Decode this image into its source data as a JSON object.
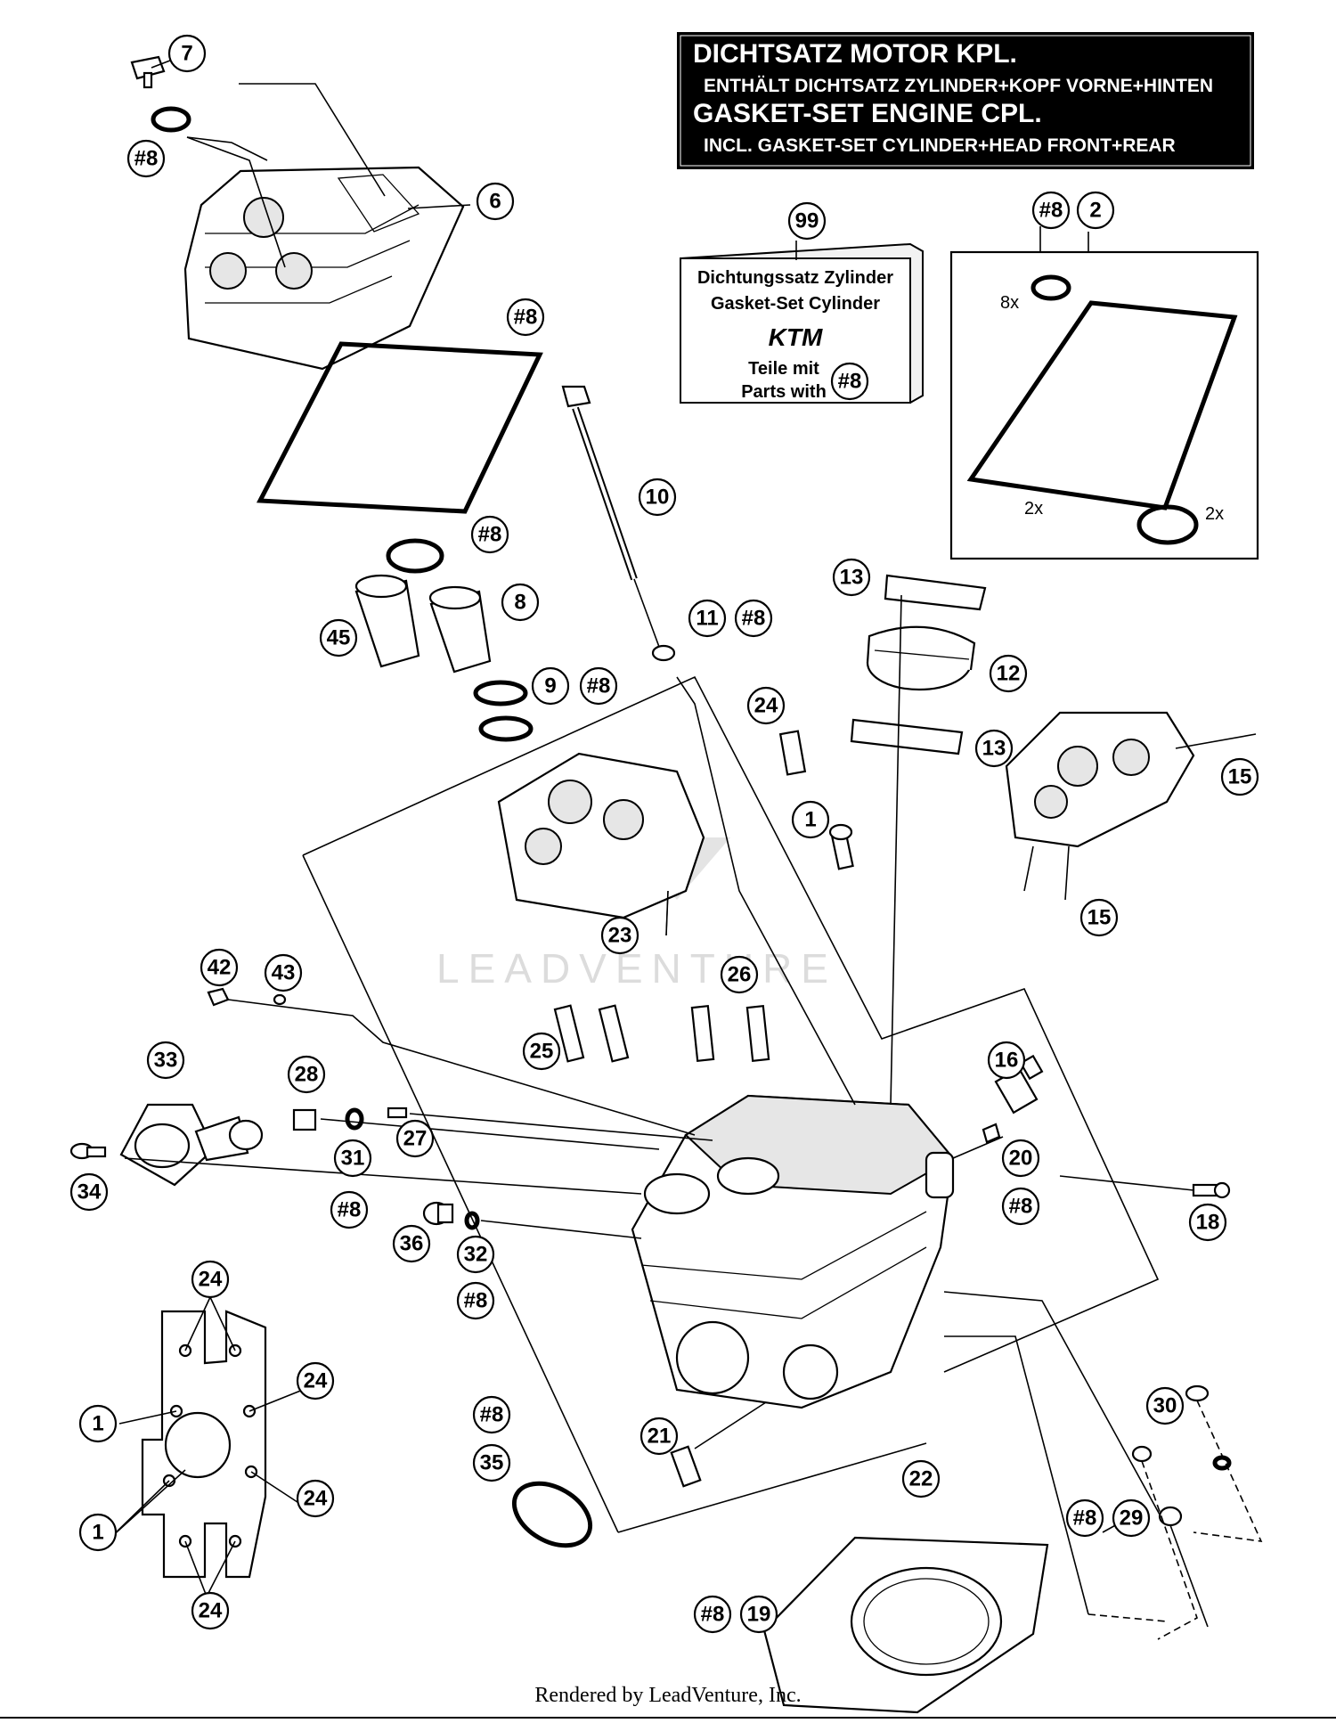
{
  "header_label": {
    "line1": "DICHTSATZ MOTOR KPL.",
    "line2": "ENTHÄLT DICHTSATZ ZYLINDER+KOPF VORNE+HINTEN",
    "line3": "GASKET-SET ENGINE CPL.",
    "line4": "INCL. GASKET-SET CYLINDER+HEAD FRONT+REAR"
  },
  "kit_box": {
    "line1": "Dichtungssatz Zylinder",
    "line2": "Gasket-Set Cylinder",
    "brand": "KTM",
    "line3": "Teile mit",
    "line4": "Parts with",
    "marker": "#8"
  },
  "multipliers": {
    "seals_8x": "8x",
    "gasket_2x": "2x",
    "ring_2x": "2x"
  },
  "callouts": {
    "c7": "7",
    "c8a": "#8",
    "c6": "6",
    "c8b": "#8",
    "c99": "99",
    "c8c": "#8",
    "c2": "2",
    "c10": "10",
    "c8d": "#8",
    "c8": "8",
    "c45": "45",
    "c13a": "13",
    "c11": "11",
    "c8e": "#8",
    "c12": "12",
    "c9": "9",
    "c8f": "#8",
    "c24a": "24",
    "c13b": "13",
    "c15a": "15",
    "c1a": "1",
    "c15b": "15",
    "c23": "23",
    "c42": "42",
    "c43": "43",
    "c26": "26",
    "c33": "33",
    "c25": "25",
    "c16": "16",
    "c28": "28",
    "c27": "27",
    "c20": "20",
    "c31": "31",
    "c8g": "#8",
    "c34": "34",
    "c18": "18",
    "c8h": "#8",
    "c36": "36",
    "c32": "32",
    "c8i": "#8",
    "c24b": "24",
    "c24c": "24",
    "c1b": "1",
    "c30": "30",
    "c8j": "#8",
    "c35": "35",
    "c21": "21",
    "c22": "22",
    "c24d": "24",
    "c1c": "1",
    "c8k": "#8",
    "c29": "29",
    "c24e": "24",
    "c8l": "#8",
    "c19": "19"
  },
  "watermark": "LEADVENTURE",
  "footer": "Rendered by LeadVenture, Inc."
}
